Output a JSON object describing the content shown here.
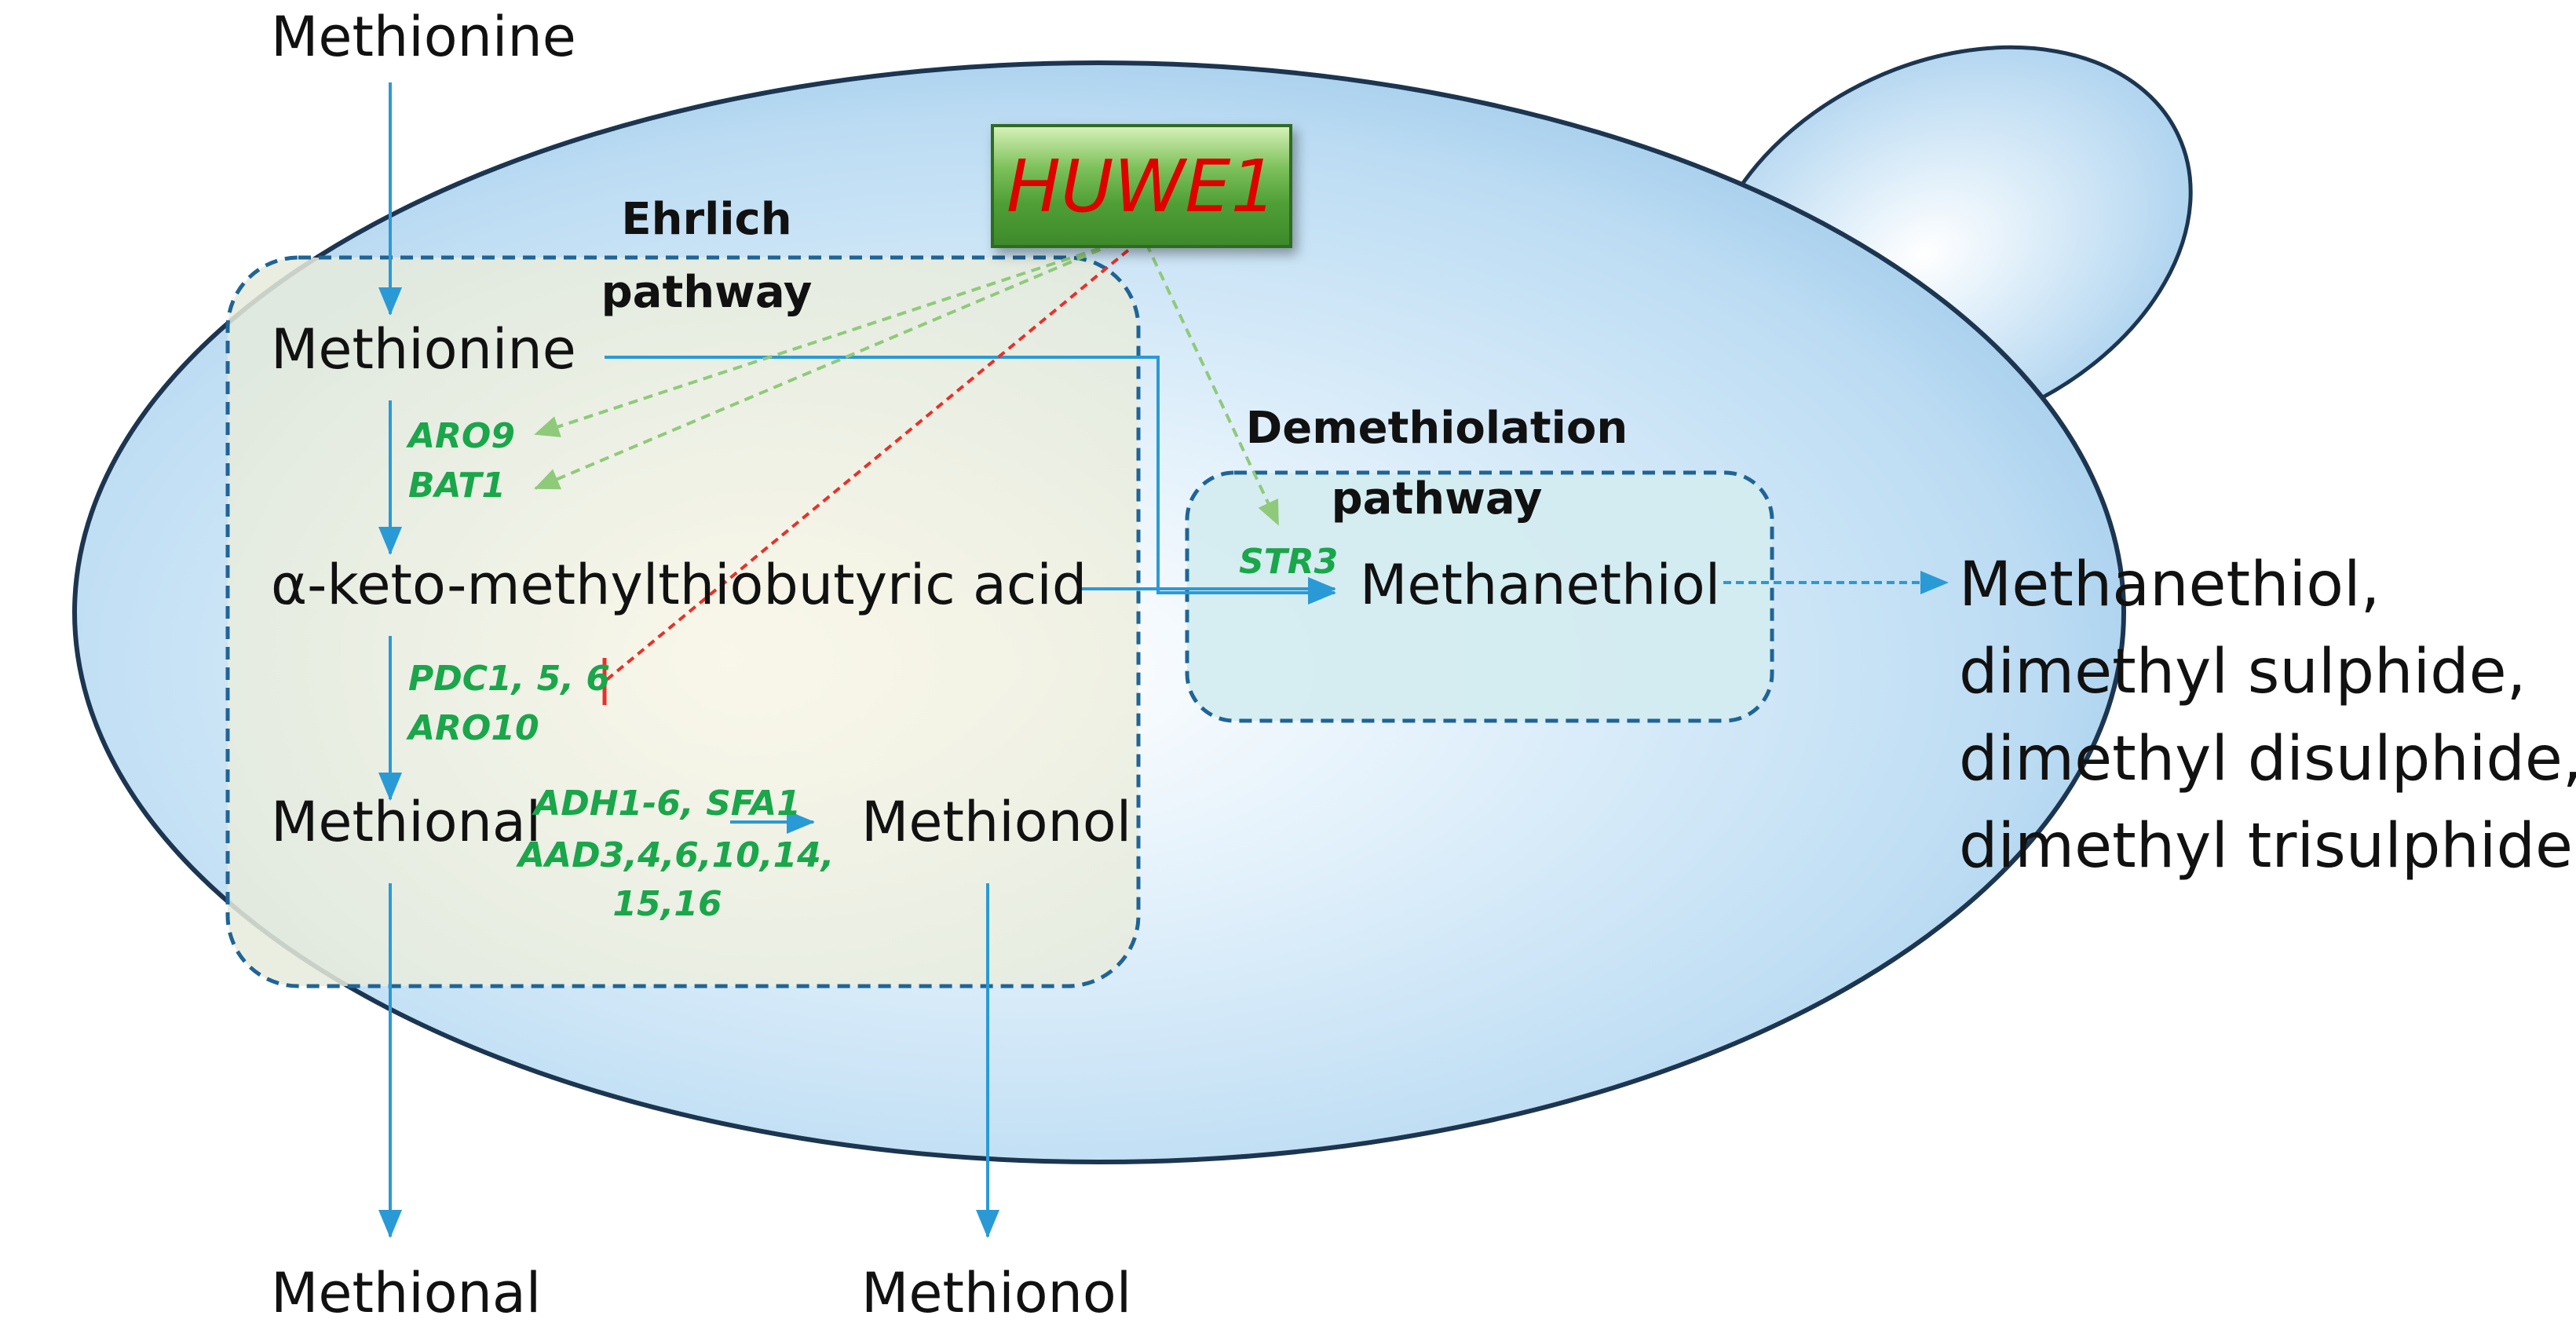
{
  "external": {
    "methionine_top": "Methionine",
    "methional_bottom": "Methional",
    "methionol_bottom": "Methionol",
    "products": [
      "Methanethiol,",
      "dimethyl sulphide,",
      "dimethyl disulphide,",
      "dimethyl trisulphide"
    ]
  },
  "regulator": {
    "label": "HUWE1"
  },
  "ehrlich": {
    "title_line1": "Ehrlich",
    "title_line2": "pathway",
    "methionine": "Methionine",
    "keto_acid": "α-keto-methylthiobutyric acid",
    "methional": "Methional",
    "methionol": "Methionol",
    "enzymes_step1": [
      "ARO9",
      "BAT1"
    ],
    "enzymes_step2": [
      "PDC1, 5, 6",
      "ARO10"
    ],
    "enzymes_step3": [
      "ADH1-6, SFA1",
      "AAD3,4,6,10,14,",
      "15,16"
    ]
  },
  "demethiolation": {
    "title_line1": "Demethiolation",
    "title_line2": "pathway",
    "enzyme": "STR3",
    "methanethiol": "Methanethiol"
  },
  "colors": {
    "cell_fill": "#bcdcf3",
    "cell_outline": "#1c3550",
    "flow_arrow": "#2a9ad6",
    "activation": "#8fca7a",
    "inhibition": "#e8302a",
    "enzyme_text": "#1aa64a",
    "regulator_box": "#5aab3e",
    "regulator_text": "#e00000"
  }
}
